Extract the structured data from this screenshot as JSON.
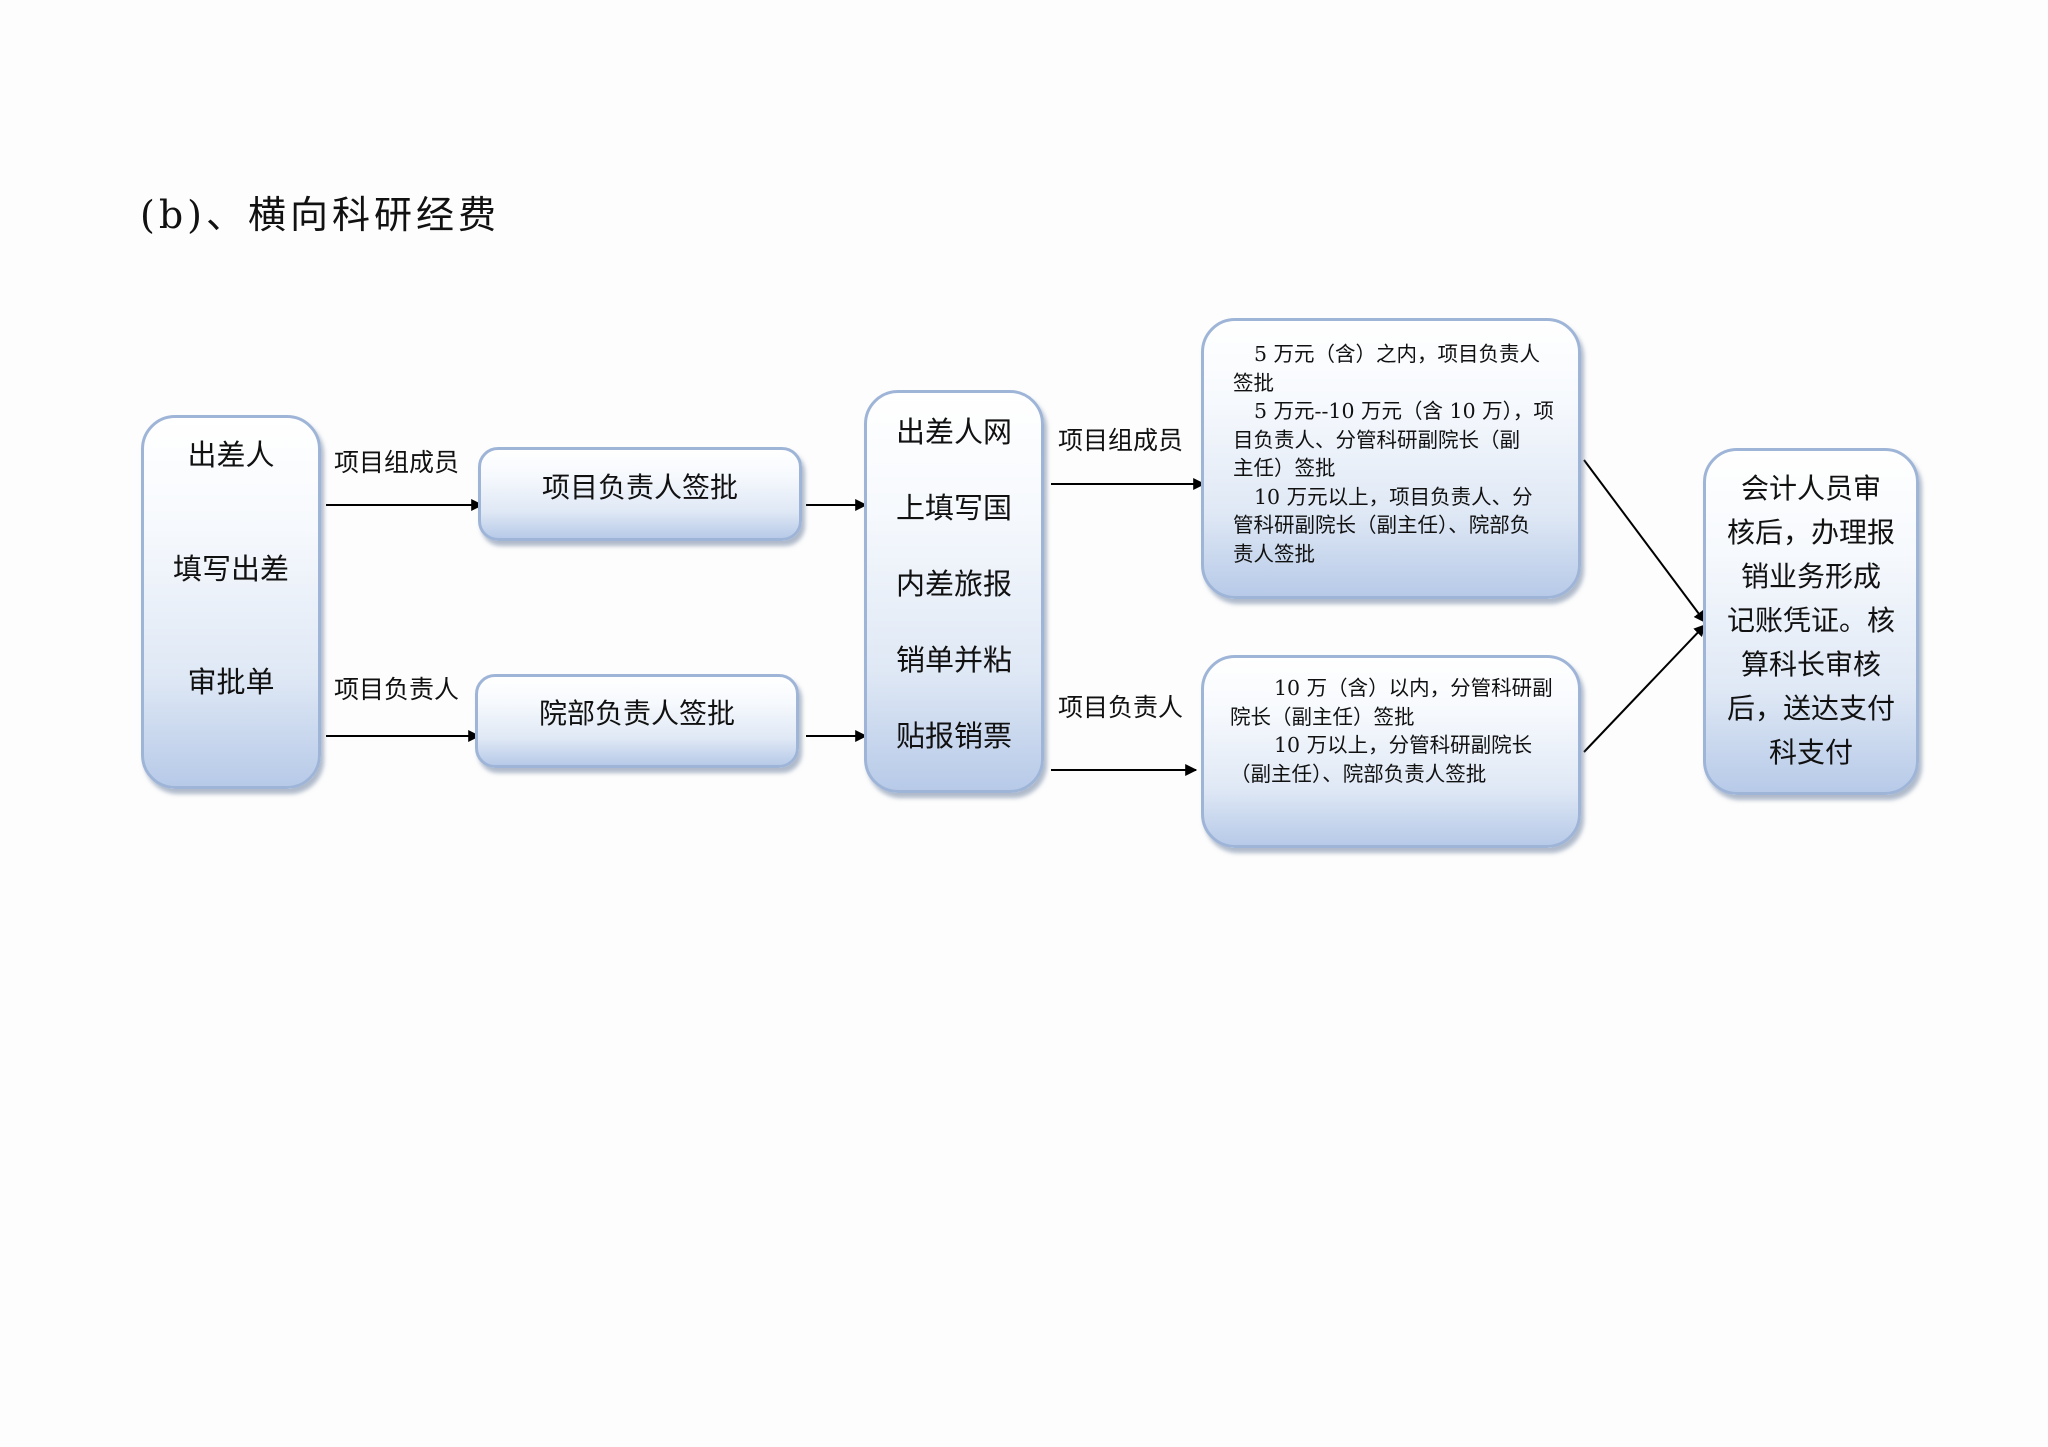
{
  "title": "(b)、横向科研经费",
  "nodes": {
    "start": {
      "lines": [
        "出差人",
        "填写出差",
        "审批单"
      ]
    },
    "project_leader_sign": {
      "label": "项目负责人签批"
    },
    "dept_leader_sign": {
      "label": "院部负责人签批"
    },
    "online_form": {
      "lines": [
        "出差人网",
        "上填写国",
        "内差旅报",
        "销单并粘",
        "贴报销票"
      ]
    },
    "approval_members": {
      "lines": [
        "5 万元（含）之内，项目负责人",
        "签批",
        "5 万元--10 万元（含 10 万），项",
        "目负责人、分管科研副院长（副",
        "主任）签批",
        "10 万元以上，项目负责人、分",
        "管科研副院长（副主任）、院部负",
        "责人签批"
      ]
    },
    "approval_leaders": {
      "lines": [
        "10 万（含）以内，分管科研副",
        "院长（副主任）签批",
        "10 万以上，分管科研副院长",
        "（副主任）、院部负责人签批"
      ]
    },
    "accounting": {
      "lines": [
        "会计人员审",
        "核后，办理报",
        "销业务形成",
        "记账凭证。核",
        "算科长审核",
        "后，送达支付",
        "科支付"
      ]
    }
  },
  "edge_labels": {
    "start_to_project": "项目组成员",
    "start_to_dept": "项目负责人",
    "online_to_members": "项目组成员",
    "online_to_leaders": "项目负责人"
  },
  "colors": {
    "box_border": "#9fb5d8",
    "box_fill_top": "#ffffff",
    "box_fill_bottom": "#b7cae8",
    "arrow": "#000000"
  }
}
